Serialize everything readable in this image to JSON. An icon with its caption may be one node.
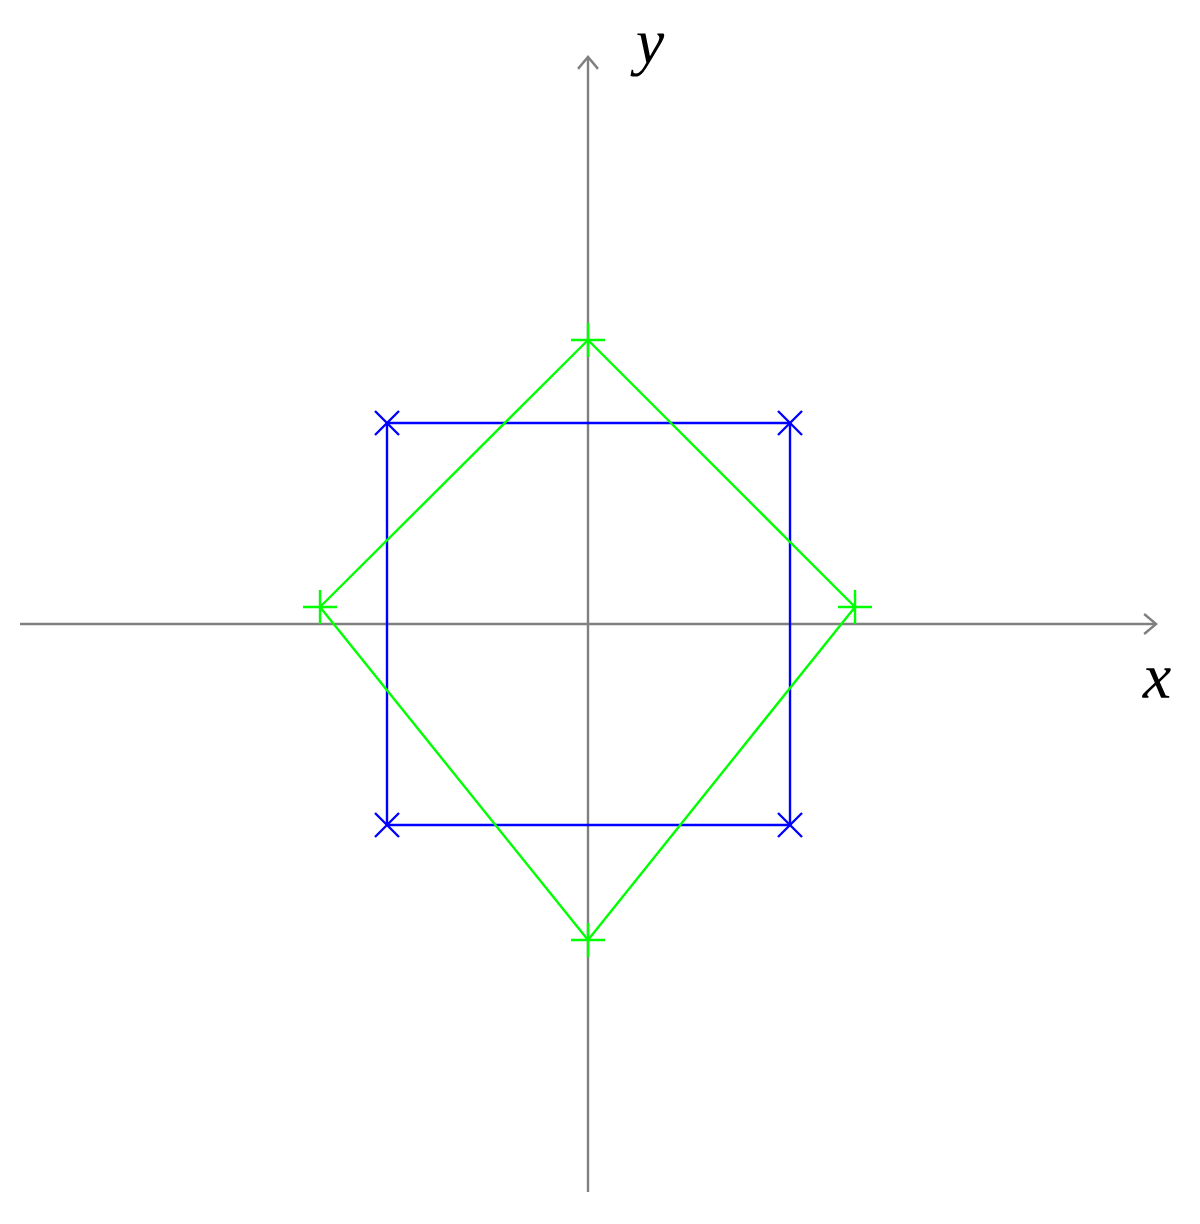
{
  "diagram": {
    "nodes": [
      {
        "text": [],
        "shape": "cross"
      },
      {
        "text": [],
        "shape": "cross"
      },
      {
        "text": [],
        "shape": "cross"
      },
      {
        "text": [],
        "shape": "cross"
      },
      {
        "text": [],
        "shape": "plus"
      },
      {
        "text": [],
        "shape": "plus"
      },
      {
        "text": [],
        "shape": "plus"
      },
      {
        "text": [],
        "shape": "plus"
      }
    ],
    "edges": [
      {
        "from": 0,
        "to": 1,
        "arrow": "none",
        "color": "#0000ff"
      },
      {
        "from": 1,
        "to": 3,
        "arrow": "none",
        "color": "#0000ff"
      },
      {
        "from": 3,
        "to": 2,
        "arrow": "none",
        "color": "#0000ff"
      },
      {
        "from": 2,
        "to": 0,
        "arrow": "none",
        "color": "#0000ff"
      },
      {
        "from": 4,
        "to": 6,
        "arrow": "none",
        "color": "#00ff00"
      },
      {
        "from": 6,
        "to": 7,
        "arrow": "none",
        "color": "#00ff00"
      },
      {
        "from": 7,
        "to": 5,
        "arrow": "none",
        "color": "#00ff00"
      },
      {
        "from": 5,
        "to": 4,
        "arrow": "none",
        "color": "#00ff00"
      }
    ],
    "labels": [
      "x",
      "y"
    ]
  }
}
